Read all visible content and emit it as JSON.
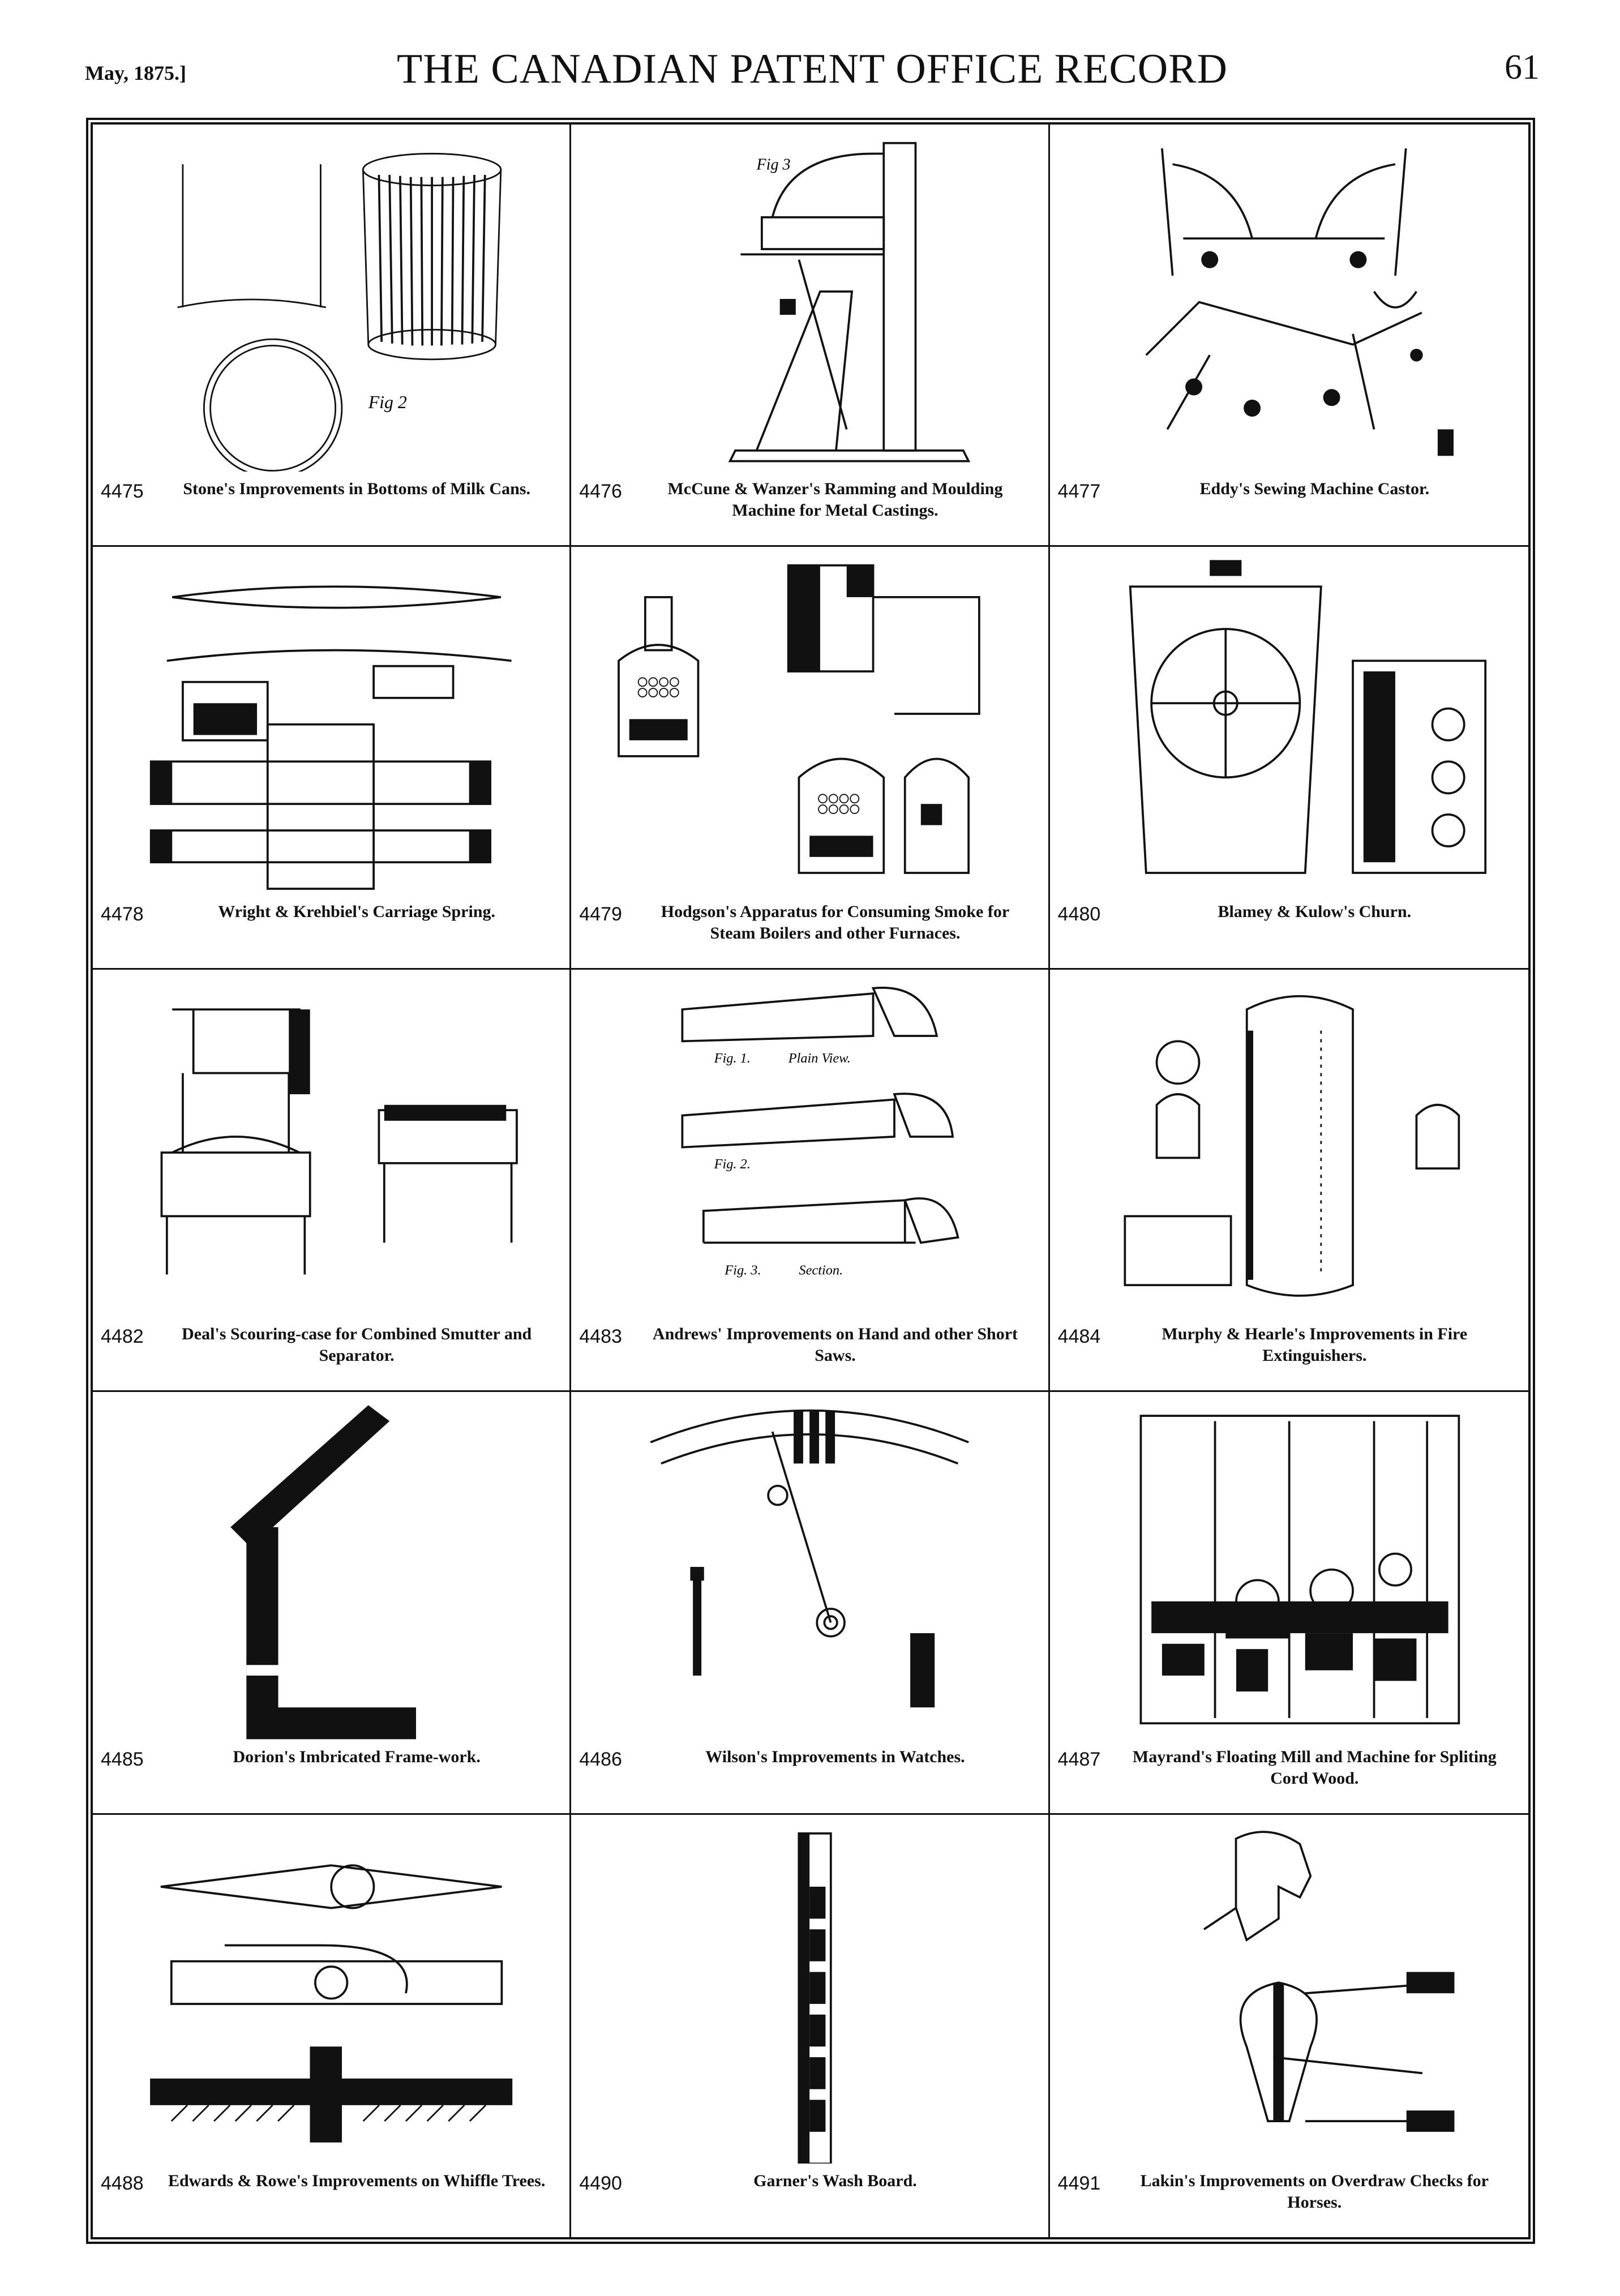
{
  "header": {
    "date": "May, 1875.]",
    "title": "THE CANADIAN PATENT OFFICE RECORD",
    "page": "61"
  },
  "patents": [
    {
      "number": "4475",
      "title": "Stone's Improvements in Bottoms of Milk Cans."
    },
    {
      "number": "4476",
      "title": "McCune & Wanzer's Ramming and Moulding Machine for Metal Castings."
    },
    {
      "number": "4477",
      "title": "Eddy's Sewing Machine Castor."
    },
    {
      "number": "4478",
      "title": "Wright & Krehbiel's Carriage Spring."
    },
    {
      "number": "4479",
      "title": "Hodgson's Apparatus for Consuming Smoke for Steam Boilers and other Furnaces."
    },
    {
      "number": "4480",
      "title": "Blamey & Kulow's Churn."
    },
    {
      "number": "4482",
      "title": "Deal's Scouring-case for Combined Smutter and Separator."
    },
    {
      "number": "4483",
      "title": "Andrews' Improvements on Hand and other Short Saws."
    },
    {
      "number": "4484",
      "title": "Murphy & Hearle's Improvements in Fire Extinguishers."
    },
    {
      "number": "4485",
      "title": "Dorion's Imbricated Frame-work."
    },
    {
      "number": "4486",
      "title": "Wilson's Improvements in Watches."
    },
    {
      "number": "4487",
      "title": "Mayrand's Floating Mill and Machine for Spliting Cord Wood."
    },
    {
      "number": "4488",
      "title": "Edwards & Rowe's Improvements on Whiffle Trees."
    },
    {
      "number": "4490",
      "title": "Garner's Wash Board."
    },
    {
      "number": "4491",
      "title": "Lakin's Improvements on Overdraw Checks for Horses."
    }
  ],
  "figure_labels": {
    "fig2": "Fig 2",
    "fig1": "Fig. 1.",
    "fig3": "Fig 3",
    "plan_view": "Plain View.",
    "fig_2": "Fig. 2.",
    "fig_3": "Fig. 3.",
    "section": "Section."
  }
}
